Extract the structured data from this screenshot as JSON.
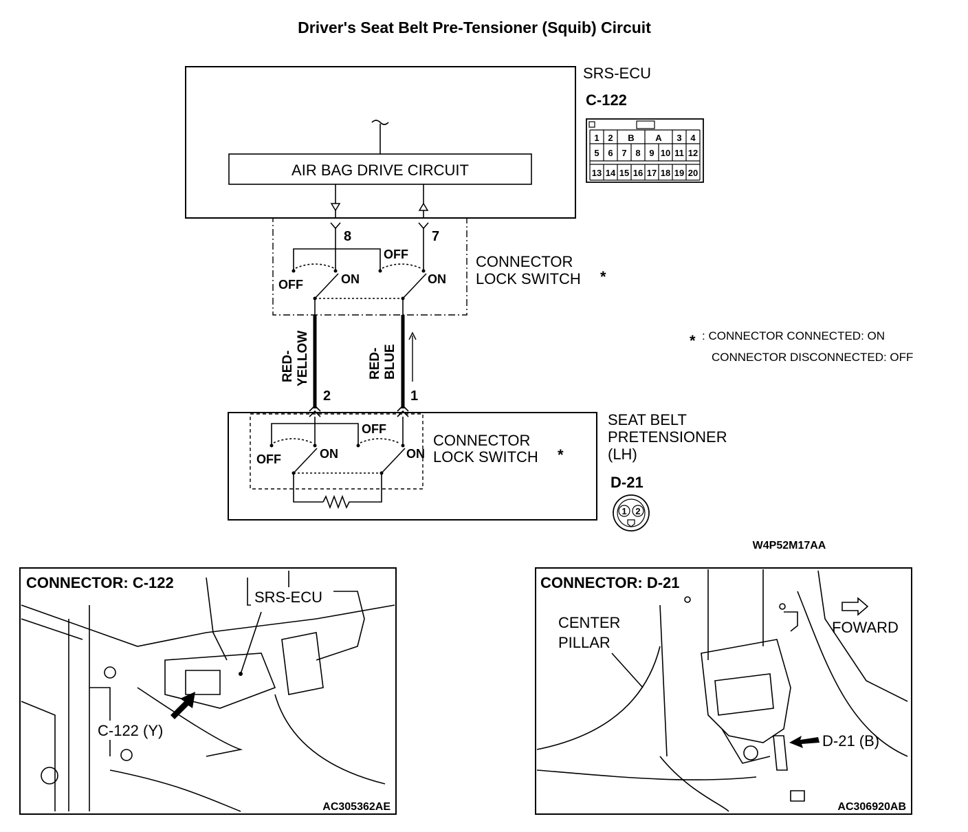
{
  "title": "Driver's Seat Belt Pre-Tensioner (Squib) Circuit",
  "ecu": {
    "name": "SRS-ECU",
    "connector": "C-122",
    "drive_circuit": "AIR BAG DRIVE CIRCUIT",
    "pins": [
      "1",
      "2",
      "B",
      "A",
      "3",
      "4",
      "5",
      "6",
      "7",
      "8",
      "9",
      "10",
      "11",
      "12",
      "13",
      "14",
      "15",
      "16",
      "17",
      "18",
      "19",
      "20"
    ]
  },
  "lock_switch": {
    "label_line1": "CONNECTOR",
    "label_line2": "LOCK SWITCH",
    "asterisk": "*",
    "on": "ON",
    "off": "OFF"
  },
  "terminals": {
    "ecu_left": "8",
    "ecu_right": "7",
    "pret_left": "2",
    "pret_right": "1"
  },
  "wires": {
    "left_line1": "RED-",
    "left_line2": "YELLOW",
    "right_line1": "RED-",
    "right_line2": "BLUE"
  },
  "note": {
    "star": "*",
    "line1": ": CONNECTOR CONNECTED: ON",
    "line2": "CONNECTOR DISCONNECTED: OFF"
  },
  "pretensioner": {
    "line1": "SEAT BELT",
    "line2": "PRETENSIONER",
    "line3": "(LH)",
    "connector": "D-21",
    "pin1": "1",
    "pin2": "2"
  },
  "diagram_code": "W4P52M17AA",
  "photo_left": {
    "heading": "CONNECTOR: C-122",
    "srs_label": "SRS-ECU",
    "conn_label": "C-122 (Y)",
    "code": "AC305362AE"
  },
  "photo_right": {
    "heading": "CONNECTOR: D-21",
    "pillar_line1": "CENTER",
    "pillar_line2": "PILLAR",
    "forward": "FOWARD",
    "conn_label": "D-21 (B)",
    "code": "AC306920AB"
  }
}
